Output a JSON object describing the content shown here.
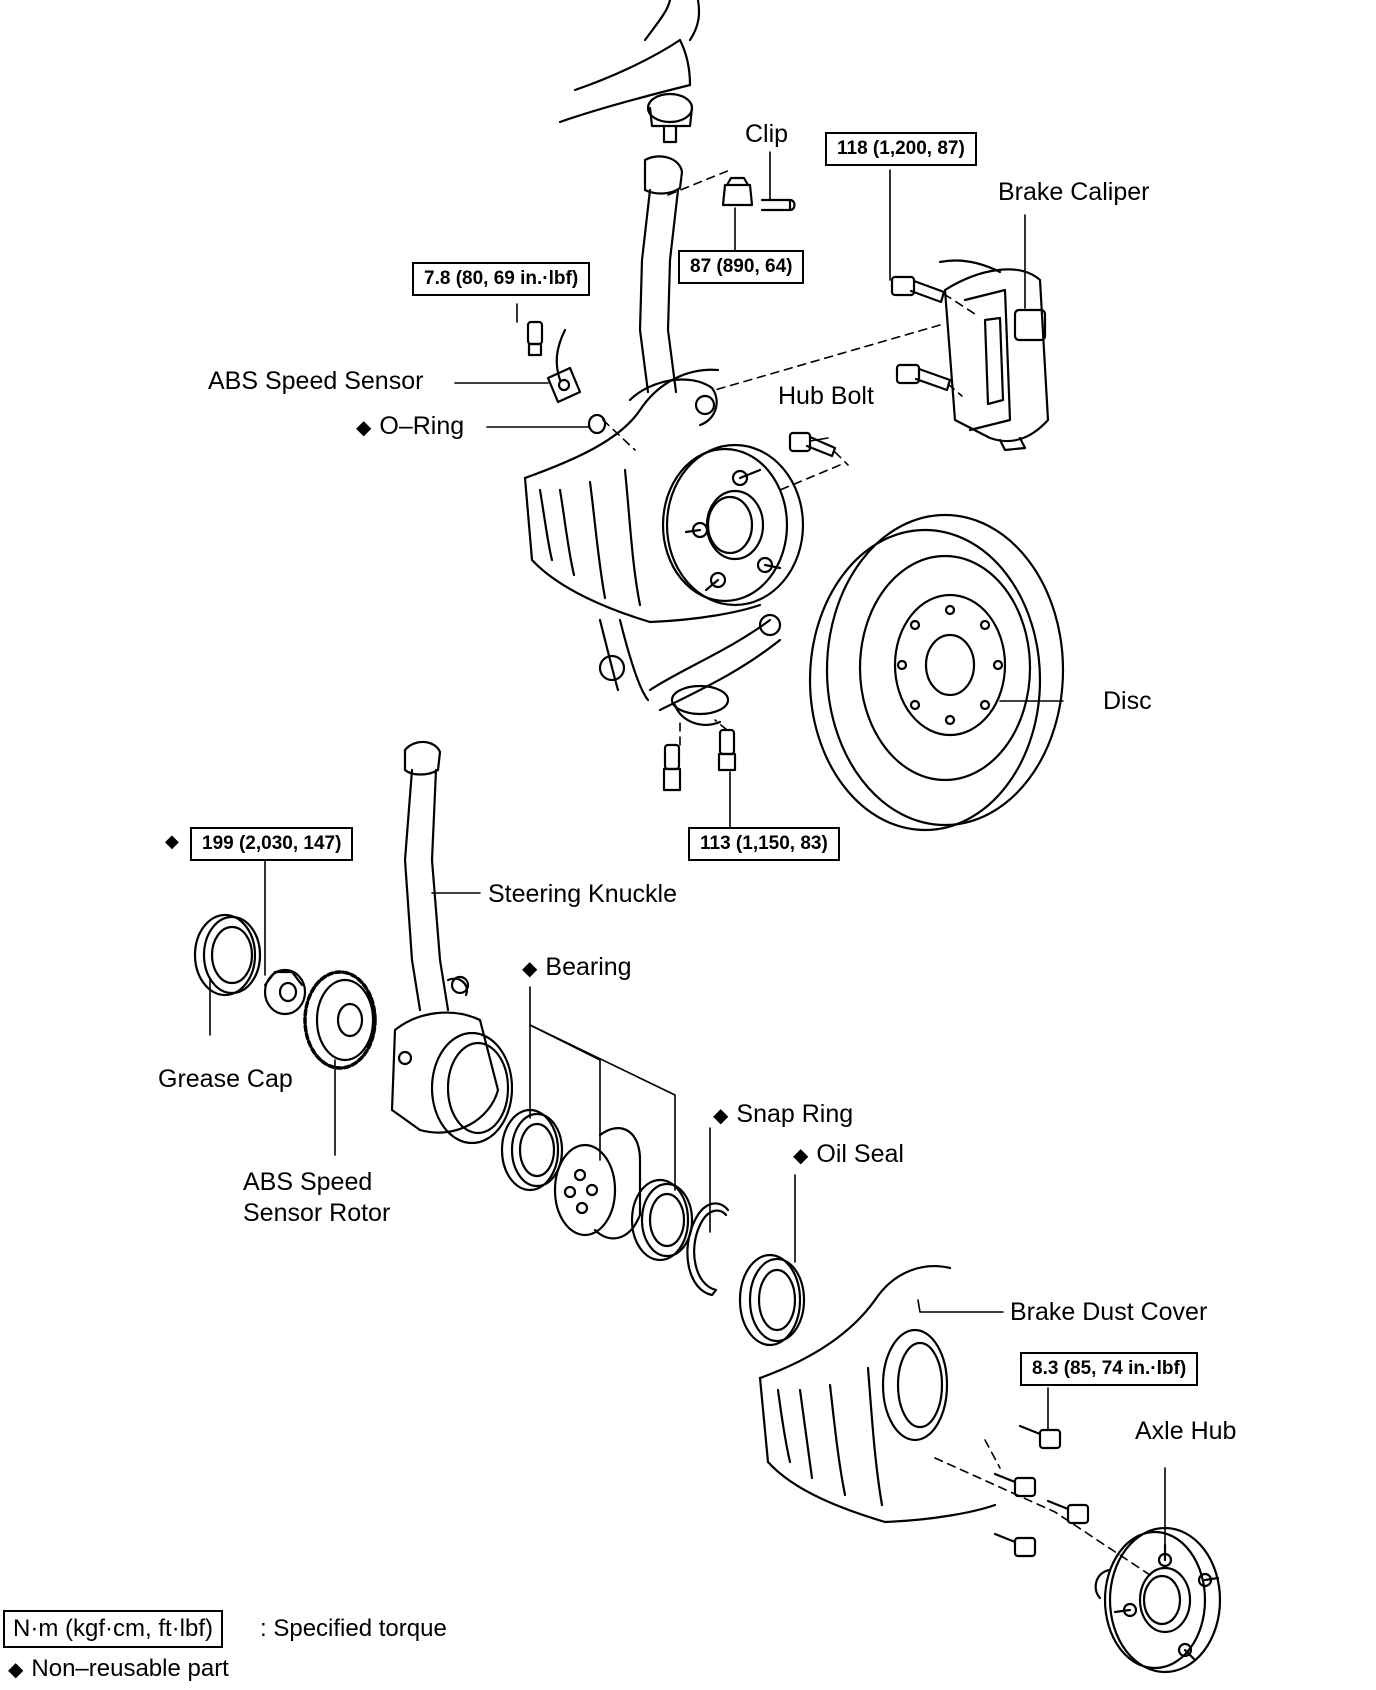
{
  "labels": {
    "clip": "Clip",
    "brake_caliper": "Brake Caliper",
    "abs_speed_sensor": "ABS Speed Sensor",
    "o_ring": "O–Ring",
    "hub_bolt": "Hub Bolt",
    "disc": "Disc",
    "steering_knuckle": "Steering Knuckle",
    "bearing": "Bearing",
    "grease_cap": "Grease Cap",
    "abs_speed_sensor_rotor": "ABS Speed\nSensor Rotor",
    "snap_ring": "Snap Ring",
    "oil_seal": "Oil Seal",
    "brake_dust_cover": "Brake Dust Cover",
    "axle_hub": "Axle Hub"
  },
  "torques": {
    "caliper_bolt": "118 (1,200, 87)",
    "clip_nut": "87 (890, 64)",
    "sensor_bolt": "7.8 (80, 69 in.·lbf)",
    "lower_arm_bolt": "113 (1,150, 83)",
    "axle_nut": "199 (2,030, 147)",
    "dust_cover_bolt": "8.3 (85, 74 in.·lbf)"
  },
  "markers": {
    "non_reusable": "◆"
  },
  "legend": {
    "torque_box": "N·m (kgf·cm, ft·lbf)",
    "torque_text": ": Specified torque",
    "non_reusable_text": "Non–reusable part"
  }
}
